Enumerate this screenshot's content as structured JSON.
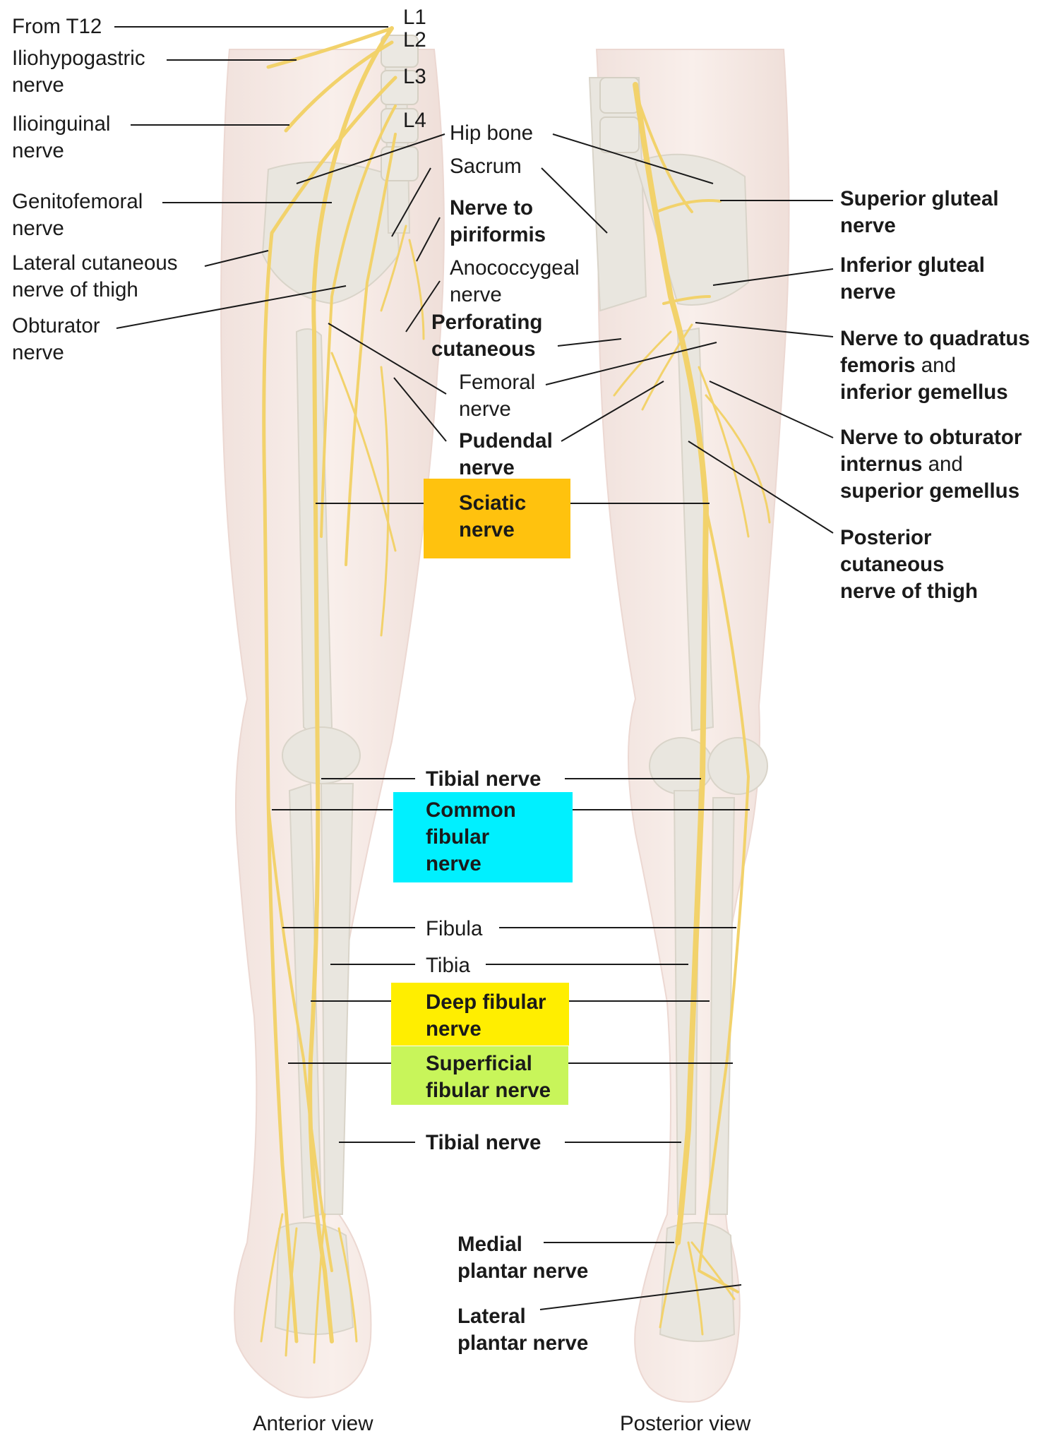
{
  "highlight_colors": {
    "sciatic": "#ffc20e",
    "common_fibular": "#00f0ff",
    "deep_fibular": "#ffee00",
    "superficial_fibular": "#c8f55a"
  },
  "nerve_color": "#f2d26b",
  "labels": {
    "from_t12": "From T12",
    "l1": "L1",
    "l2": "L2",
    "l3": "L3",
    "l4": "L4",
    "iliohypogastric_1": "Iliohypogastric",
    "iliohypogastric_2": "nerve",
    "ilioinguinal_1": "Ilioinguinal",
    "ilioinguinal_2": "nerve",
    "genitofemoral_1": "Genitofemoral",
    "genitofemoral_2": "nerve",
    "lateral_cutaneous_1": "Lateral cutaneous",
    "lateral_cutaneous_2": "nerve of thigh",
    "obturator_1": "Obturator",
    "obturator_2": "nerve",
    "hip_bone": "Hip bone",
    "sacrum": "Sacrum",
    "nerve_to_piriformis_1": "Nerve to",
    "nerve_to_piriformis_2": "piriformis",
    "anococcygeal_1": "Anococcygeal",
    "anococcygeal_2": "nerve",
    "perforating_cutaneous_1": "Perforating",
    "perforating_cutaneous_2": "cutaneous",
    "femoral_1": "Femoral",
    "femoral_2": "nerve",
    "pudendal_1": "Pudendal",
    "pudendal_2": "nerve",
    "sciatic_1": "Sciatic",
    "sciatic_2": "nerve",
    "superior_gluteal_1": "Superior gluteal",
    "superior_gluteal_2": "nerve",
    "inferior_gluteal_1": "Inferior gluteal",
    "inferior_gluteal_2": "nerve",
    "quadratus_1": "Nerve to quadratus",
    "quadratus_2a": "femoris",
    "quadratus_2b": " and",
    "quadratus_3": "inferior gemellus",
    "obturator_internus_1": "Nerve to obturator",
    "obturator_internus_2a": "internus",
    "obturator_internus_2b": " and",
    "obturator_internus_3": "superior gemellus",
    "posterior_cutaneous_1": "Posterior",
    "posterior_cutaneous_2": "cutaneous",
    "posterior_cutaneous_3": "nerve of thigh",
    "tibial_nerve_knee": "Tibial nerve",
    "common_fibular_1": "Common",
    "common_fibular_2": "fibular",
    "common_fibular_3": "nerve",
    "fibula": "Fibula",
    "tibia": "Tibia",
    "deep_fibular_1": "Deep fibular",
    "deep_fibular_2": "nerve",
    "superficial_fibular_1": "Superficial",
    "superficial_fibular_2": "fibular nerve",
    "tibial_nerve_ankle": "Tibial nerve",
    "medial_plantar_1": "Medial",
    "medial_plantar_2": "plantar nerve",
    "lateral_plantar_1": "Lateral",
    "lateral_plantar_2": "plantar nerve",
    "anterior_view": "Anterior view",
    "posterior_view": "Posterior view"
  }
}
